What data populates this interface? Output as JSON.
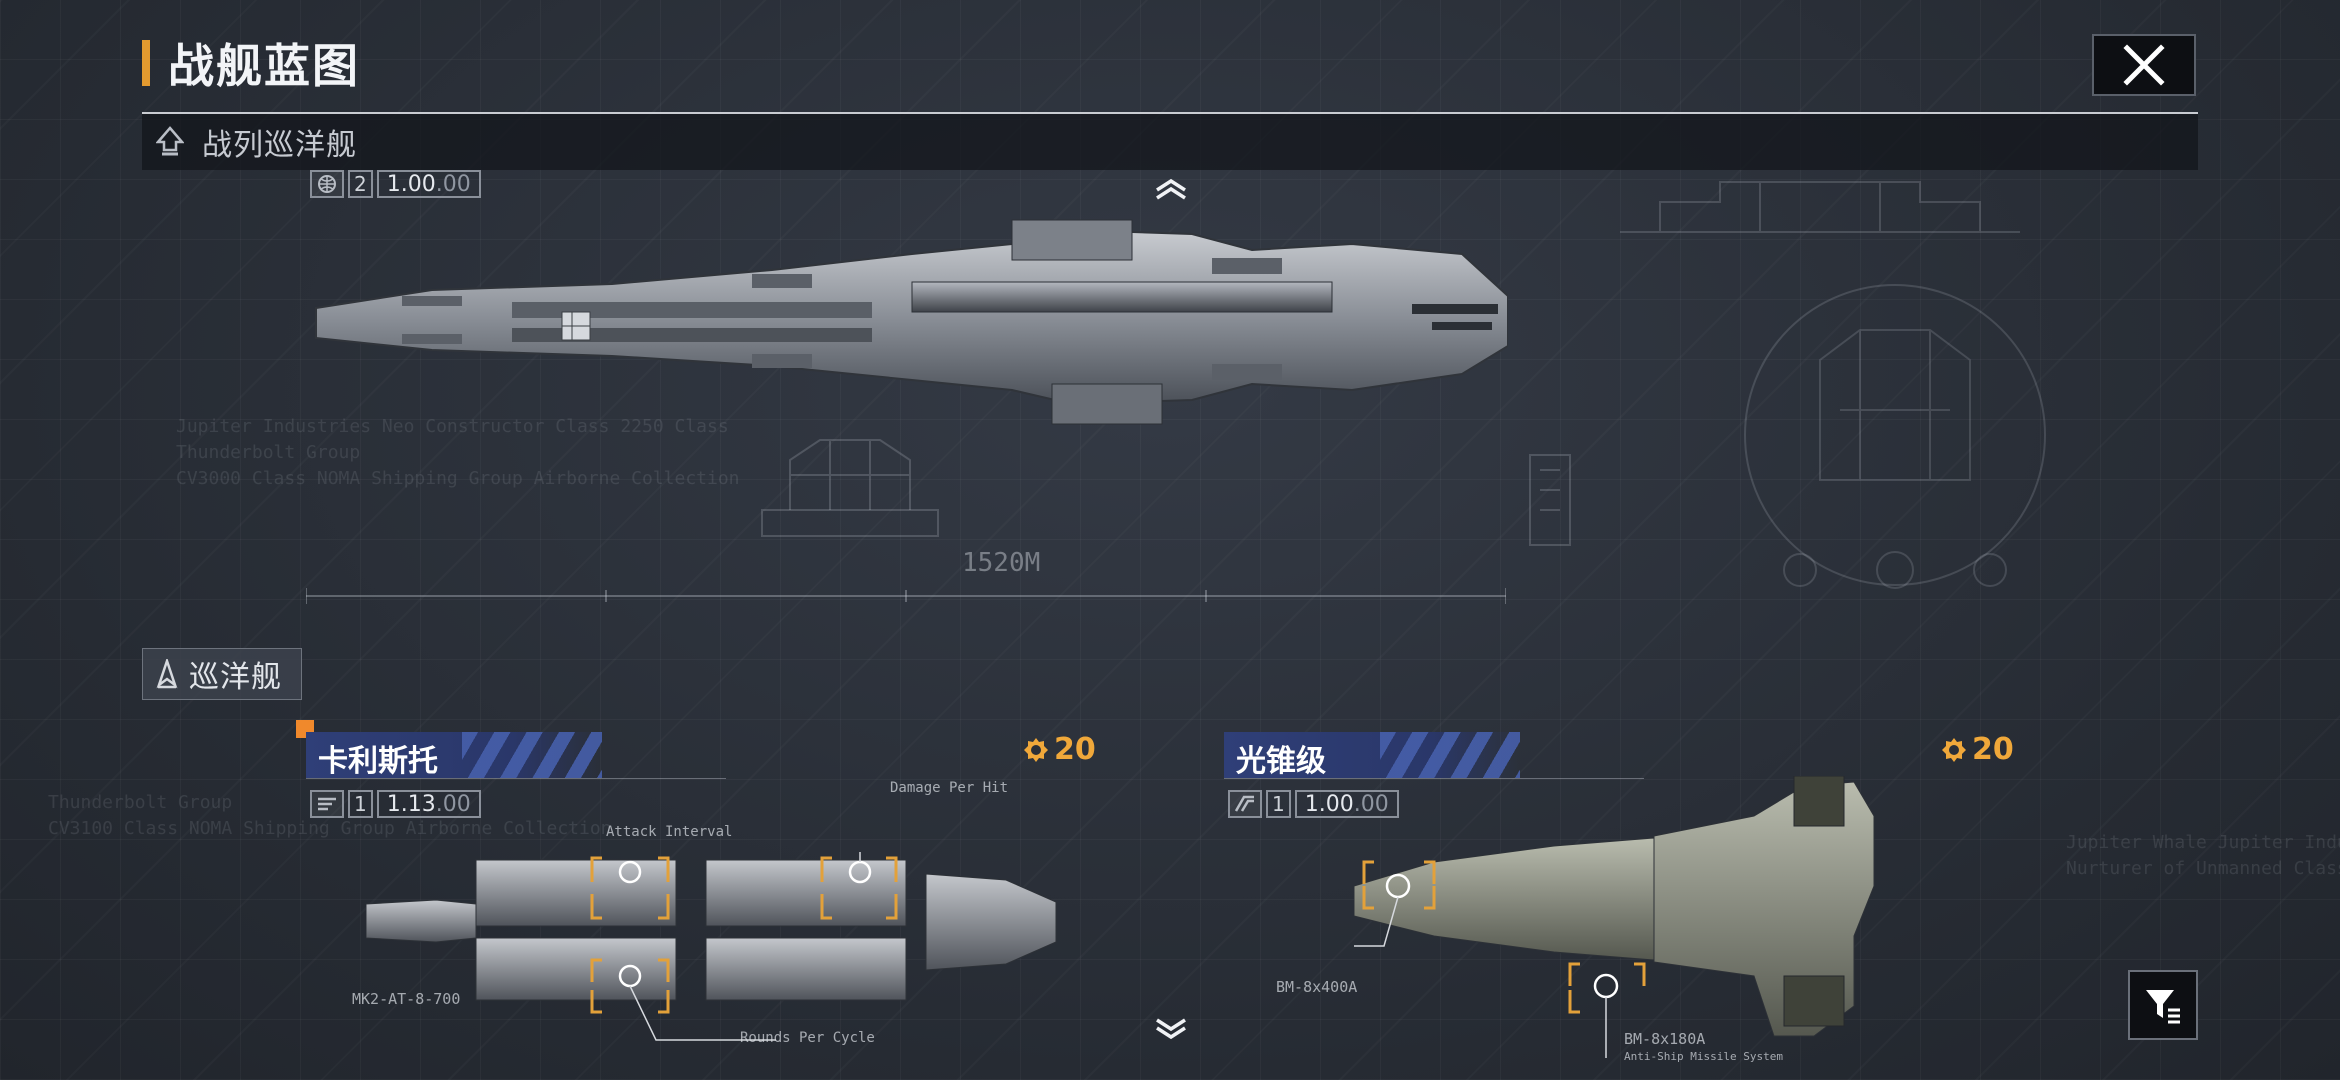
{
  "header": {
    "title": "战舰蓝图",
    "close_icon": "close-icon"
  },
  "section_battlecruiser": {
    "label": "战列巡洋舰",
    "ship_plate": {
      "count": "2",
      "ratio_main": "1.00",
      "ratio_sub": ".00"
    },
    "length_label": "1520M"
  },
  "section_cruiser": {
    "label": "巡洋舰"
  },
  "ships": [
    {
      "name": "卡利斯托",
      "cost": "20",
      "plate": {
        "count": "1",
        "ratio_main": "1.13",
        "ratio_sub": ".00"
      },
      "callouts": [
        "Attack Interval",
        "Damage Per Hit",
        "Rounds Per Cycle"
      ],
      "weapon_code": "MK2-AT-8-700"
    },
    {
      "name": "光锥级",
      "cost": "20",
      "plate": {
        "count": "1",
        "ratio_main": "1.00",
        "ratio_sub": ".00"
      },
      "weapons": [
        "BM-8x400A",
        "BM-8x180A"
      ],
      "weapon_note": "Anti-Ship Missile System"
    }
  ],
  "colors": {
    "accent": "#e39a2f",
    "cost": "#f0a83a",
    "card_header": "#2f3f78",
    "bg": "#2a2f38"
  },
  "icons": {
    "section": "ship-class-icon",
    "filter": "filter-icon",
    "nav_up": "chevron-up-icon",
    "nav_down": "chevron-down-icon",
    "cost": "cost-gear-icon"
  }
}
